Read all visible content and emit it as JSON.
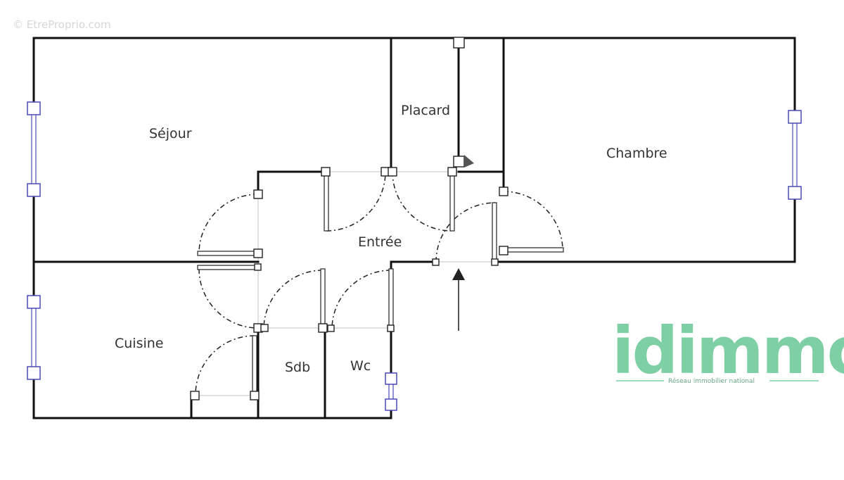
{
  "watermark": "© EtreProprio.com",
  "rooms": {
    "sejour": "Séjour",
    "placard": "Placard",
    "chambre": "Chambre",
    "entree": "Entrée",
    "cuisine": "Cuisine",
    "sdb": "Sdb",
    "wc": "Wc"
  },
  "logo": {
    "name": "idimmo",
    "tagline": "Réseau immobilier national",
    "color": "#7fcfa4"
  },
  "colors": {
    "wall": "#111111",
    "window": "#4a4ab8"
  }
}
